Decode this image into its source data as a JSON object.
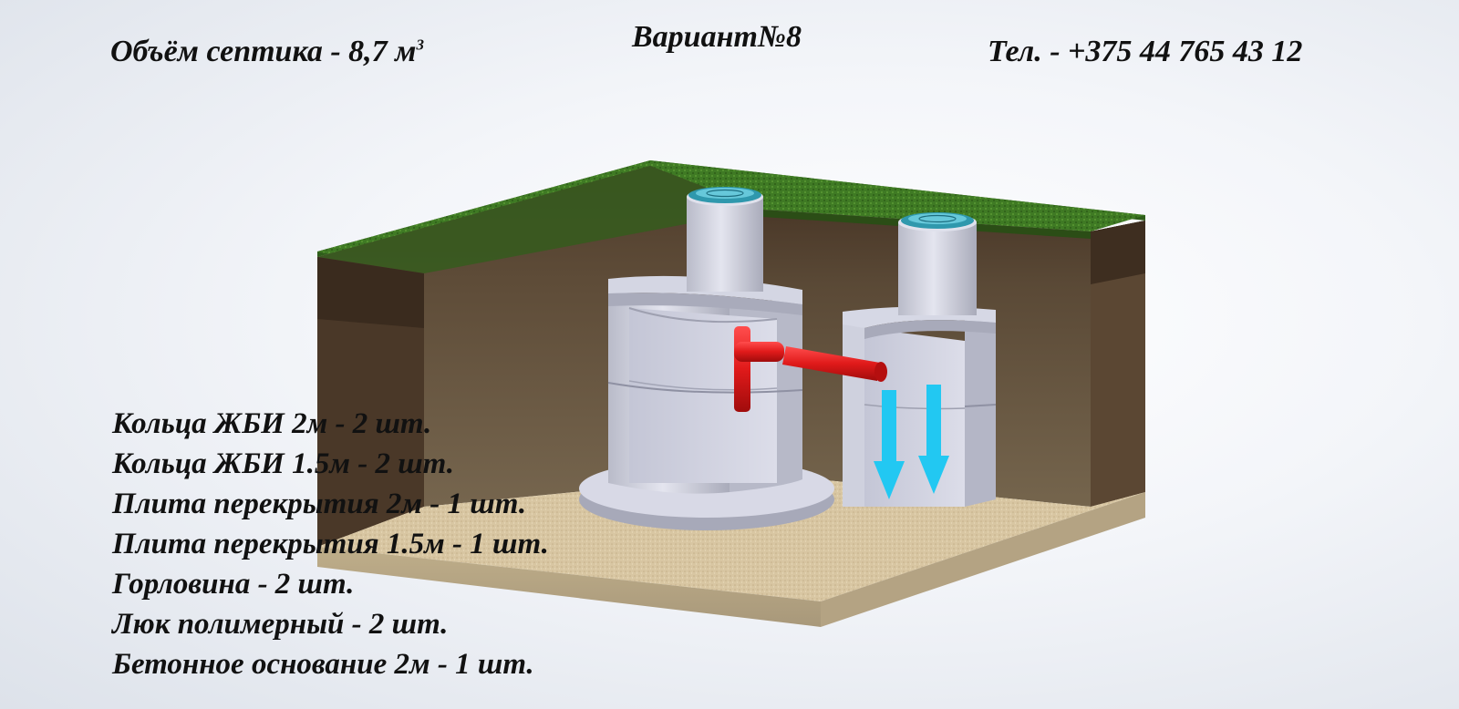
{
  "header": {
    "volume_text": "Объём септика - 8,7 м",
    "volume_unit_sup": "3",
    "variant_title": "Вариант№8",
    "phone_text": "Тел. - +375 44 765 43 12"
  },
  "parts": [
    "Кольца ЖБИ 2м - 2 шт.",
    "Кольца ЖБИ 1.5м - 2 шт.",
    "Плита перекрытия 2м - 1 шт.",
    "Плита перекрытия 1.5м - 1 шт.",
    "Горловина - 2 шт.",
    "Люк полимерный - 2 шт.",
    "Бетонное основание 2м - 1 шт."
  ],
  "colors": {
    "grass": "#3f7a24",
    "soil": "#6e5a42",
    "sand": "#d6c4a0",
    "concrete": "#c9cbd8",
    "pipe": "#e01a1a",
    "flow_arrow": "#22c8f2",
    "hatch": "#3aaec2"
  },
  "icons": [
    "down-arrow-icon",
    "down-arrow-icon"
  ]
}
